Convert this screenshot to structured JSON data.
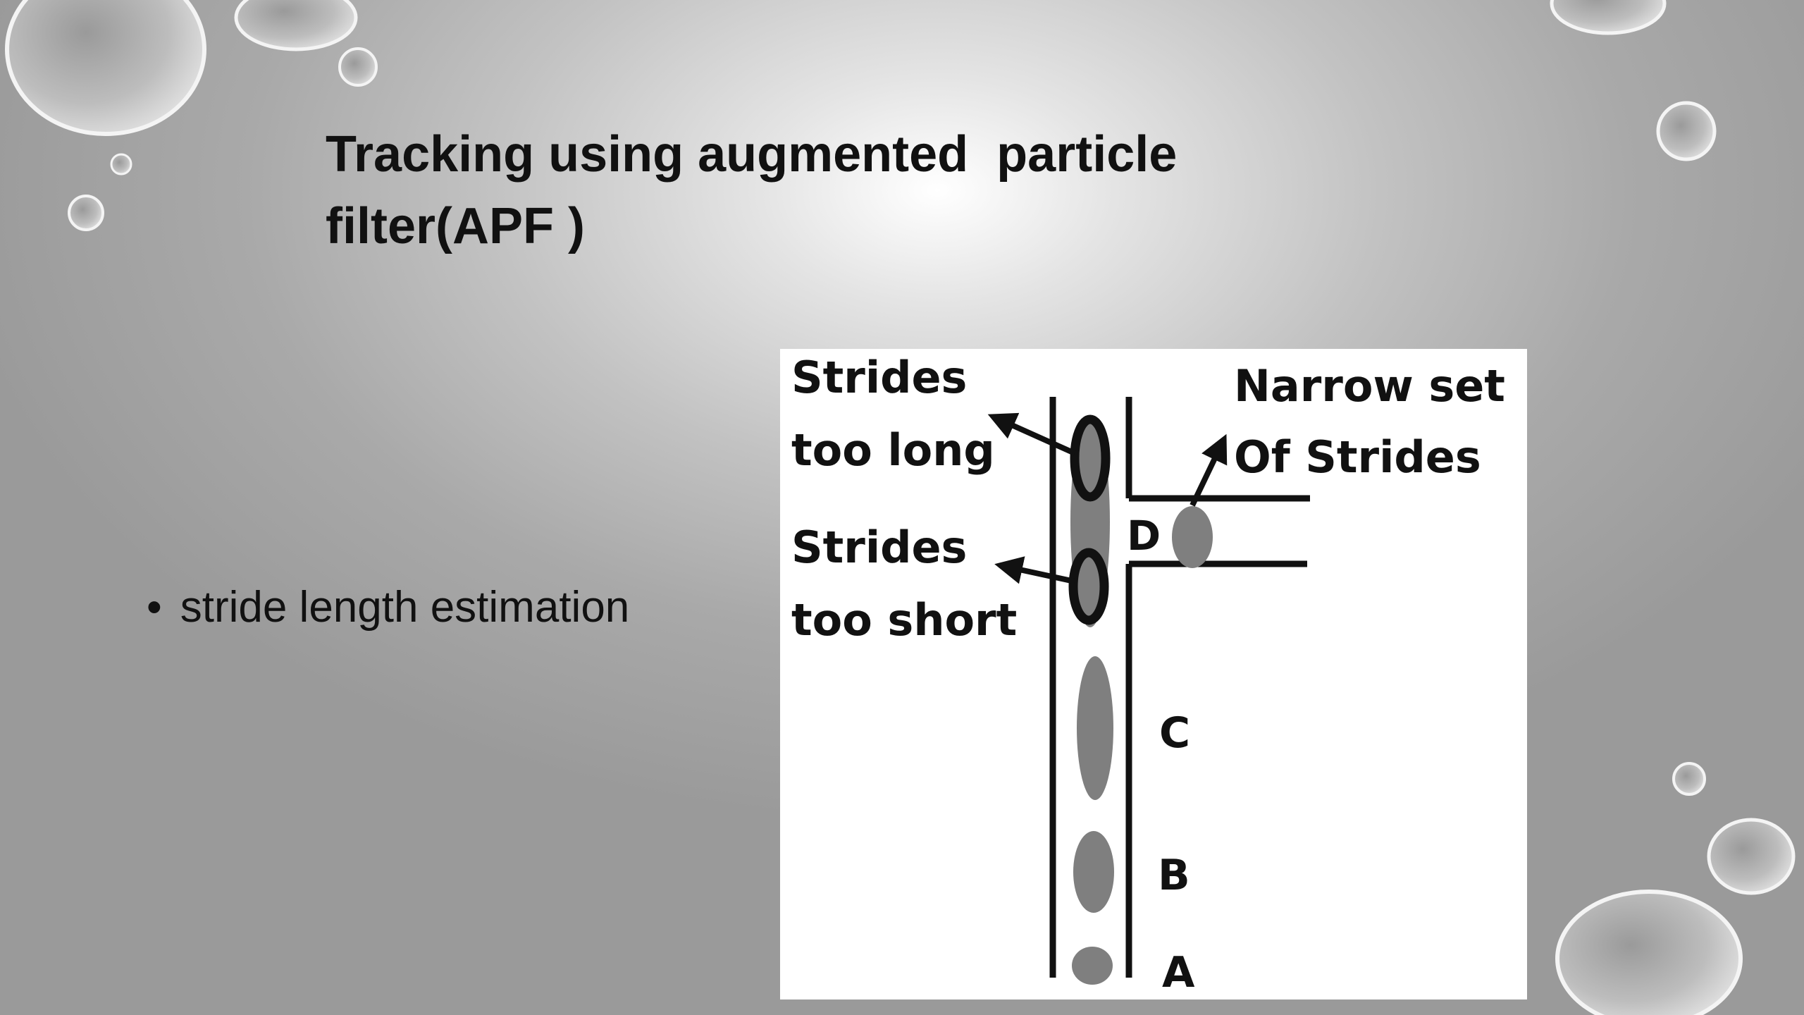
{
  "slide": {
    "title_lines": [
      "Tracking using augmented  particle",
      "filter(APF )"
    ],
    "bullets": [
      "stride length estimation"
    ],
    "bullet_glyph": "•"
  },
  "figure": {
    "label_strides_long_1": "Strides",
    "label_strides_long_2": "too long",
    "label_strides_short_1": "Strides",
    "label_strides_short_2": "too short",
    "label_narrow_1": "Narrow set",
    "label_narrow_2": "Of Strides",
    "label_a": "A",
    "label_b": "B",
    "label_c": "C",
    "label_d": "D"
  },
  "colors": {
    "particle_fill": "#7f7f7f",
    "ink": "#111111",
    "panel": "#ffffff"
  }
}
